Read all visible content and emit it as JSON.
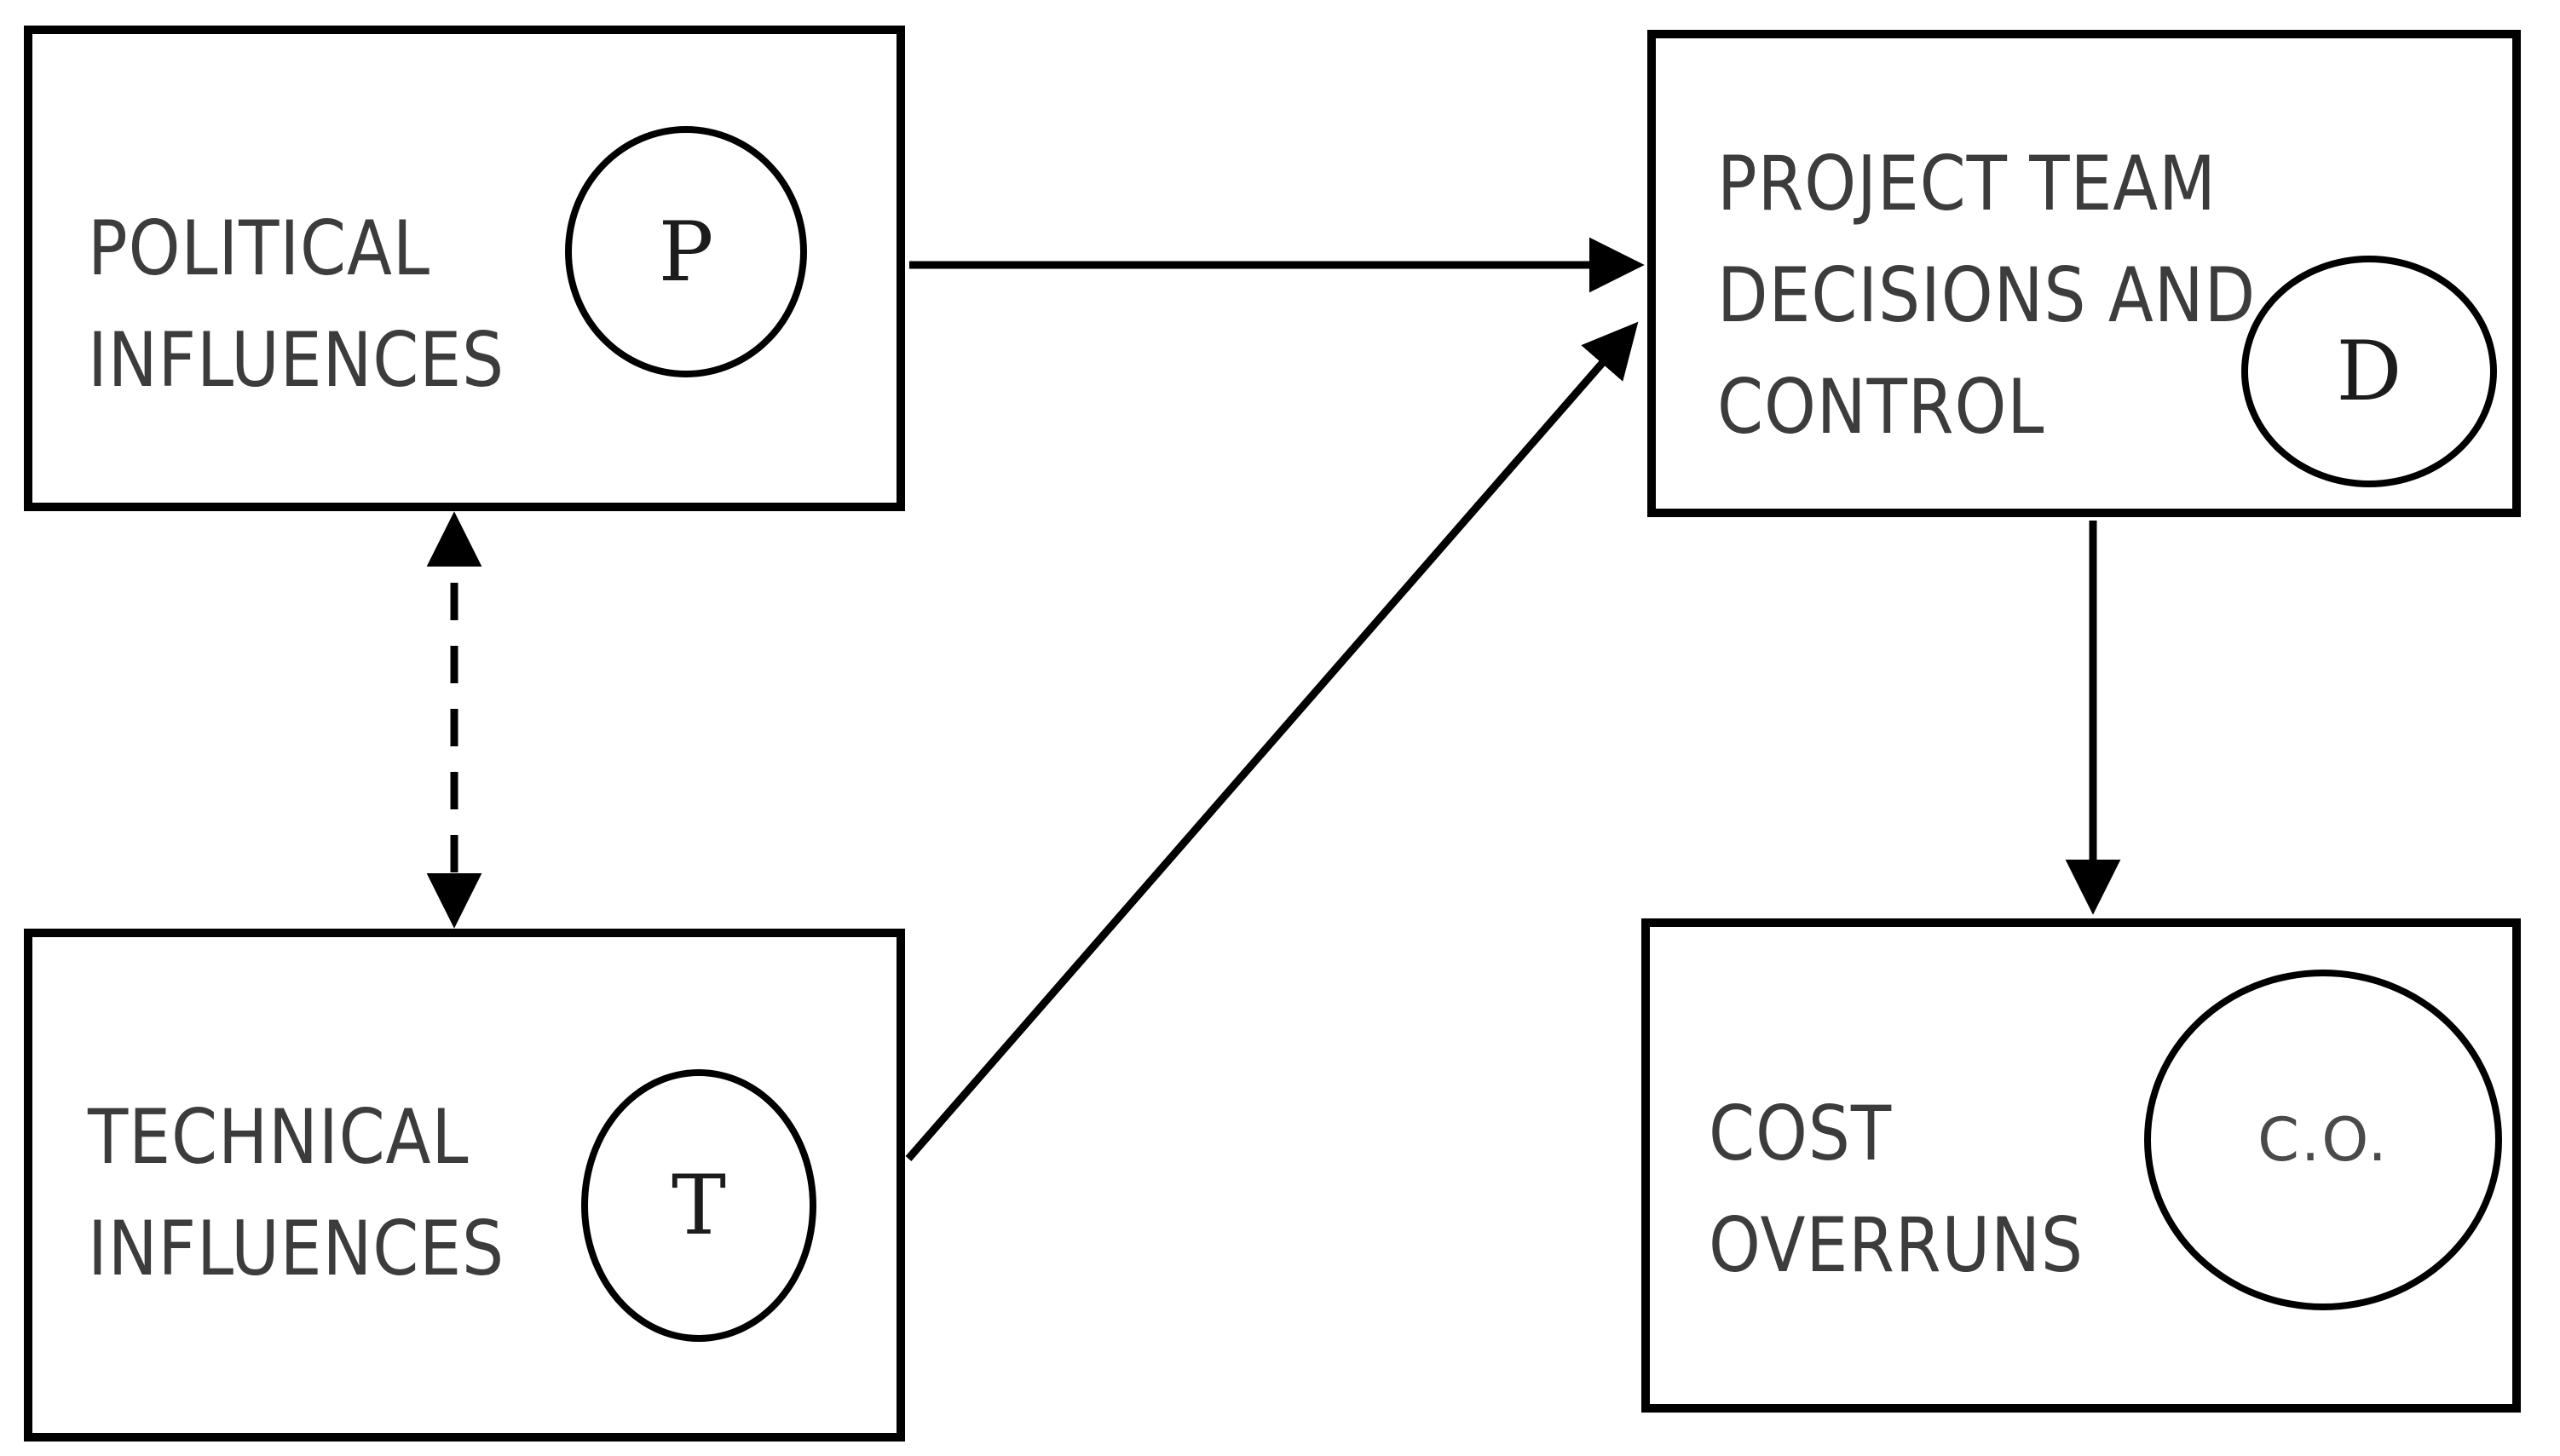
{
  "diagram": {
    "colors": {
      "background": "#ffffff",
      "line": "#000000",
      "label_text": "#3c3c3c",
      "symbol_serif_text": "#1c1c1c",
      "symbol_sans_text": "#4a4a4a"
    },
    "nodes": {
      "political": {
        "line1": "POLITICAL",
        "line2": "INFLUENCES",
        "symbol": "P"
      },
      "technical": {
        "line1": "TECHNICAL",
        "line2": "INFLUENCES",
        "symbol": "T"
      },
      "decisions": {
        "line1": "PROJECT TEAM",
        "line2": "DECISIONS AND",
        "line3": "CONTROL",
        "symbol": "D"
      },
      "cost_overruns": {
        "line1": "COST",
        "line2": "OVERRUNS",
        "symbol": "C.O."
      }
    },
    "edges": [
      {
        "id": "political-to-decisions",
        "from": "POLITICAL INFLUENCES (P)",
        "to": "PROJECT TEAM DECISIONS AND CONTROL (D)",
        "line_style": "solid",
        "direction": "one-way"
      },
      {
        "id": "political-technical-correlation",
        "from": "POLITICAL INFLUENCES (P)",
        "to": "TECHNICAL INFLUENCES (T)",
        "line_style": "dashed",
        "direction": "two-way"
      },
      {
        "id": "technical-to-decisions",
        "from": "TECHNICAL INFLUENCES (T)",
        "to": "PROJECT TEAM DECISIONS AND CONTROL (D)",
        "line_style": "solid",
        "direction": "one-way"
      },
      {
        "id": "decisions-to-cost-overruns",
        "from": "PROJECT TEAM DECISIONS AND CONTROL (D)",
        "to": "COST OVERRUNS (C.O.)",
        "line_style": "solid",
        "direction": "one-way"
      }
    ]
  }
}
